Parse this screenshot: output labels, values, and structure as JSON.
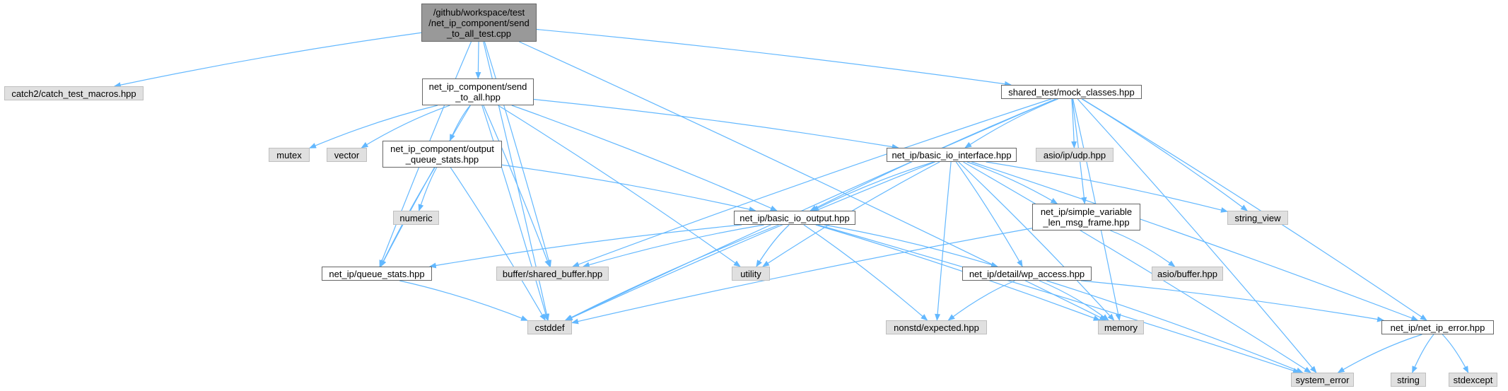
{
  "colors": {
    "edge": "#63b8ff",
    "root_fill": "#999999",
    "sys_fill": "#e0e0e0",
    "local_fill": "#ffffff"
  },
  "nodes": {
    "root": "/github/workspace/test\n/net_ip_component/send\n_to_all_test.cpp",
    "catch2": "catch2/catch_test_macros.hpp",
    "send_to_all": "net_ip_component/send\n_to_all.hpp",
    "mock_classes": "shared_test/mock_classes.hpp",
    "mutex": "mutex",
    "vector": "vector",
    "output_queue_stats": "net_ip_component/output\n_queue_stats.hpp",
    "basic_io_interface": "net_ip/basic_io_interface.hpp",
    "asio_udp": "asio/ip/udp.hpp",
    "numeric": "numeric",
    "basic_io_output": "net_ip/basic_io_output.hpp",
    "simple_variable": "net_ip/simple_variable\n_len_msg_frame.hpp",
    "string_view": "string_view",
    "queue_stats": "net_ip/queue_stats.hpp",
    "shared_buffer": "buffer/shared_buffer.hpp",
    "utility": "utility",
    "wp_access": "net_ip/detail/wp_access.hpp",
    "asio_buffer": "asio/buffer.hpp",
    "cstddef": "cstddef",
    "expected": "nonstd/expected.hpp",
    "memory": "memory",
    "net_ip_error": "net_ip/net_ip_error.hpp",
    "system_error": "system_error",
    "string": "string",
    "stdexcept": "stdexcept"
  },
  "edges": [
    [
      "root",
      "catch2"
    ],
    [
      "root",
      "send_to_all"
    ],
    [
      "root",
      "mock_classes"
    ],
    [
      "root",
      "cstddef"
    ],
    [
      "root",
      "queue_stats"
    ],
    [
      "root",
      "shared_buffer"
    ],
    [
      "root",
      "memory"
    ],
    [
      "send_to_all",
      "mutex"
    ],
    [
      "send_to_all",
      "vector"
    ],
    [
      "send_to_all",
      "output_queue_stats"
    ],
    [
      "send_to_all",
      "basic_io_interface"
    ],
    [
      "send_to_all",
      "basic_io_output"
    ],
    [
      "send_to_all",
      "queue_stats"
    ],
    [
      "send_to_all",
      "shared_buffer"
    ],
    [
      "send_to_all",
      "utility"
    ],
    [
      "send_to_all",
      "cstddef"
    ],
    [
      "mock_classes",
      "basic_io_interface"
    ],
    [
      "mock_classes",
      "asio_udp"
    ],
    [
      "mock_classes",
      "simple_variable"
    ],
    [
      "mock_classes",
      "string_view"
    ],
    [
      "mock_classes",
      "basic_io_output"
    ],
    [
      "mock_classes",
      "shared_buffer"
    ],
    [
      "mock_classes",
      "cstddef"
    ],
    [
      "mock_classes",
      "memory"
    ],
    [
      "mock_classes",
      "net_ip_error"
    ],
    [
      "mock_classes",
      "system_error"
    ],
    [
      "output_queue_stats",
      "numeric"
    ],
    [
      "output_queue_stats",
      "basic_io_output"
    ],
    [
      "output_queue_stats",
      "queue_stats"
    ],
    [
      "output_queue_stats",
      "cstddef"
    ],
    [
      "basic_io_interface",
      "basic_io_output"
    ],
    [
      "basic_io_interface",
      "simple_variable"
    ],
    [
      "basic_io_interface",
      "string_view"
    ],
    [
      "basic_io_interface",
      "utility"
    ],
    [
      "basic_io_interface",
      "wp_access"
    ],
    [
      "basic_io_interface",
      "cstddef"
    ],
    [
      "basic_io_interface",
      "expected"
    ],
    [
      "basic_io_interface",
      "memory"
    ],
    [
      "basic_io_interface",
      "net_ip_error"
    ],
    [
      "basic_io_interface",
      "system_error"
    ],
    [
      "basic_io_output",
      "queue_stats"
    ],
    [
      "basic_io_output",
      "shared_buffer"
    ],
    [
      "basic_io_output",
      "utility"
    ],
    [
      "basic_io_output",
      "wp_access"
    ],
    [
      "basic_io_output",
      "cstddef"
    ],
    [
      "basic_io_output",
      "expected"
    ],
    [
      "basic_io_output",
      "memory"
    ],
    [
      "basic_io_output",
      "system_error"
    ],
    [
      "simple_variable",
      "asio_buffer"
    ],
    [
      "simple_variable",
      "cstddef"
    ],
    [
      "queue_stats",
      "cstddef"
    ],
    [
      "wp_access",
      "expected"
    ],
    [
      "wp_access",
      "memory"
    ],
    [
      "wp_access",
      "net_ip_error"
    ],
    [
      "wp_access",
      "system_error"
    ],
    [
      "net_ip_error",
      "system_error"
    ],
    [
      "net_ip_error",
      "string"
    ],
    [
      "net_ip_error",
      "stdexcept"
    ]
  ]
}
